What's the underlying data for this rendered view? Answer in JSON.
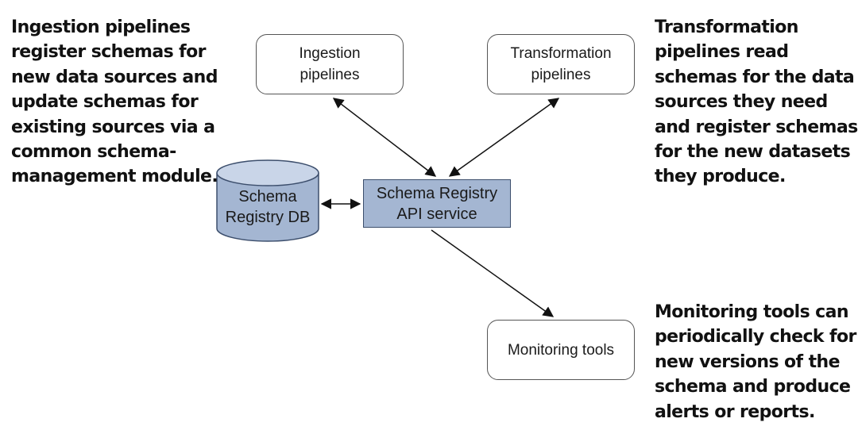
{
  "annotations": {
    "ingestion_note": [
      "Ingestion pipelines",
      "register schemas for",
      "new data sources and",
      "update schemas for",
      "existing sources via a",
      "common schema-",
      "management module."
    ],
    "transformation_note": [
      "Transformation",
      "pipelines read",
      "schemas for the data",
      "sources they need",
      "and register schemas",
      "for the new datasets",
      "they produce."
    ],
    "monitoring_note": [
      "Monitoring tools can",
      "periodically check for",
      "new versions of the",
      "schema and produce",
      "alerts or reports."
    ]
  },
  "nodes": {
    "ingestion": [
      "Ingestion",
      "pipelines"
    ],
    "transformation": [
      "Transformation",
      "pipelines"
    ],
    "api": [
      "Schema Registry",
      "API service"
    ],
    "db": [
      "Schema",
      "Registry DB"
    ],
    "monitoring": [
      "Monitoring tools"
    ]
  },
  "colors": {
    "api_fill": "#a4b6d2",
    "db_fill": "#a4b6d2",
    "db_top": "#c9d5e8",
    "stroke": "#3c4e6c",
    "edge": "#111111"
  }
}
